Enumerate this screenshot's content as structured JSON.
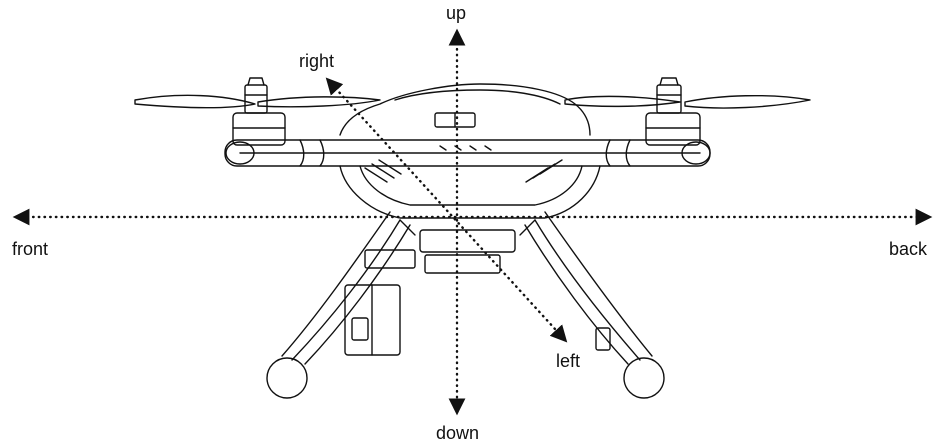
{
  "labels": {
    "up": "up",
    "down": "down",
    "front": "front",
    "back": "back",
    "right": "right",
    "left": "left"
  },
  "colors": {
    "ink": "#111111",
    "background": "#ffffff"
  }
}
